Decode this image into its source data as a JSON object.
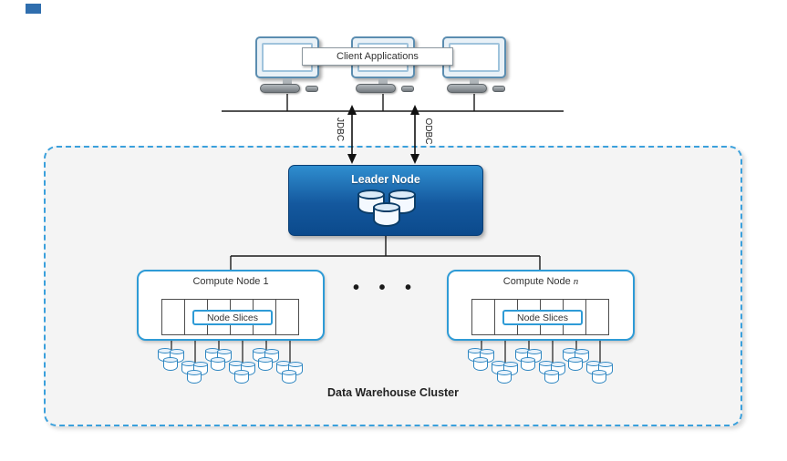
{
  "client": {
    "label": "Client Applications"
  },
  "protocols": {
    "jdbc": "JDBC",
    "odbc": "ODBC"
  },
  "leader_node": {
    "label": "Leader Node"
  },
  "cluster": {
    "label": "Data Warehouse Cluster",
    "ellipsis": "• • •",
    "compute_nodes": [
      {
        "prefix": "Compute Node",
        "suffix": "1",
        "slices": "Node Slices"
      },
      {
        "prefix": "Compute Node",
        "suffix": "n",
        "slices": "Node Slices"
      }
    ]
  },
  "icons": {
    "computer": "client-computer-icon",
    "database": "database-cylinder-icon"
  },
  "colors": {
    "leader_gradient_top": "#2f8ecf",
    "leader_gradient_bottom": "#0b4a8c",
    "accent_border": "#2e9bd6",
    "cluster_dash_border": "#3aa0dc",
    "cluster_background": "#f4f4f4",
    "line": "#1a1a1a"
  }
}
